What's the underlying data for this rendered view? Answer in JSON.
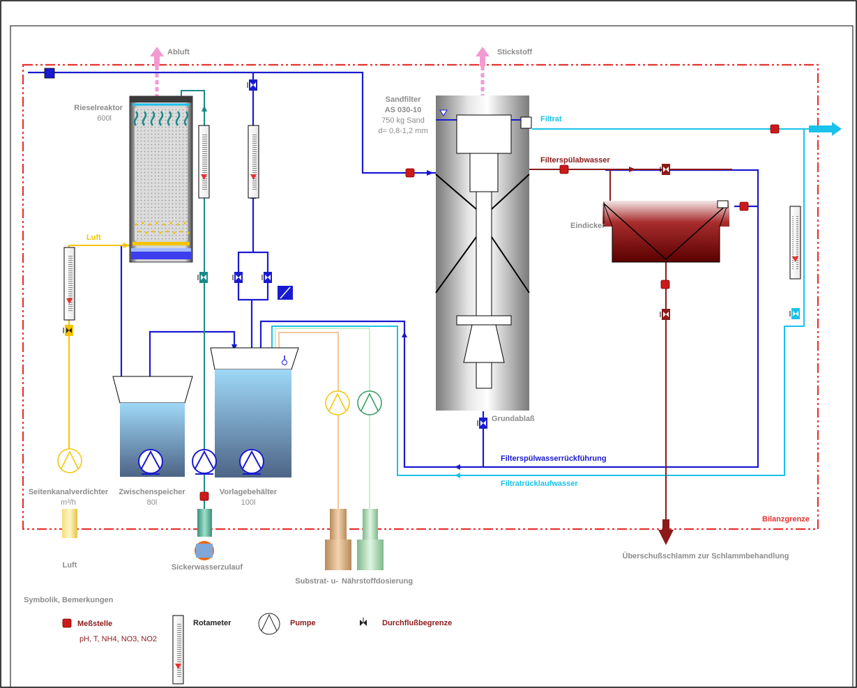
{
  "labels": {
    "abluft": "Abluft",
    "stickstoff": "Stickstoff",
    "rieselreaktor": "Rieselreaktor",
    "rieselreaktor_volume": "600l",
    "sandfilter": "Sandfilter",
    "sandfilter_type": "AS 030-10",
    "sandfilter_sand": "750 kg Sand",
    "sandfilter_grain": "d= 0,8-1,2 mm",
    "filtrat": "Filtrat",
    "filterspuelabwasser": "Filterspülabwasser",
    "eindicker": "Eindicker",
    "luft_line": "Luft",
    "grundablass": "Grundablaß",
    "filterspuelwasserrueckfuehrung": "Filterspülwasserrückführung",
    "filtratruecklaufwasser": "Filtratrücklaufwasser",
    "seitenkanalverdichter": "Seitenkanalverdichter",
    "seitenkanal_unit": "m³/h",
    "zwischenspeicher": "Zwischenspeicher",
    "zwischenspeicher_volume": "80l",
    "vorlagebehaelter": "Vorlagebehälter",
    "vorlagebehaelter_volume": "100l",
    "bilanzgrenze": "Bilanzgrenze",
    "ueberschussschlamm": "Überschußschlamm zur Schlammbehandlung",
    "luft_bottom": "Luft",
    "sickerwasserzulauf": "Sickerwasserzulauf",
    "substrat": "Substrat- u-",
    "naehrstoffdosierung": "Nährstoffdosierung"
  },
  "legend": {
    "title": "Symbolik, Bemerkungen",
    "messstelle": "Meßstelle",
    "messstelle_params": "pH, T, NH4, NO3, NO2",
    "rotameter": "Rotameter",
    "pumpe": "Pumpe",
    "durchflussbegrenze": "Durchflußbegrenze"
  },
  "colors": {
    "water_blue": "#1a1ad0",
    "filtrate_cyan": "#19c2ea",
    "sludge_red": "#8b1a1a",
    "boundary_red": "#e8322f",
    "air_yellow": "#f5c400",
    "leachate_teal": "#1a8a8a",
    "exhaust_pink": "#f29ad2"
  }
}
